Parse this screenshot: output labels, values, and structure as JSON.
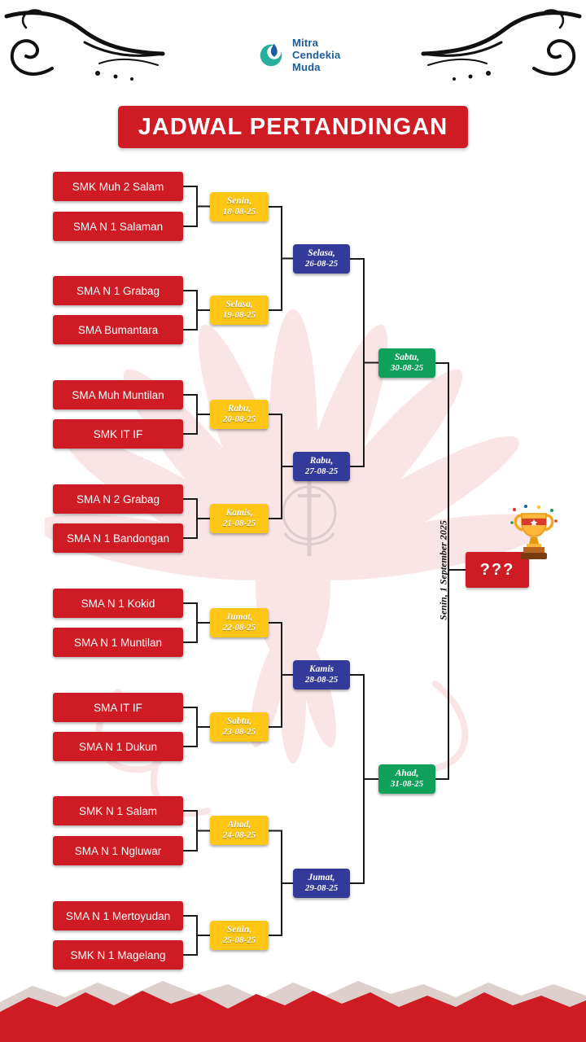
{
  "logo": {
    "line1": "Mitra",
    "line2": "Cendekia",
    "line3": "Muda"
  },
  "title": "JADWAL PERTANDINGAN",
  "colors": {
    "red": "#CE1B24",
    "yellow": "#FFC616",
    "blue": "#333A99",
    "green": "#0FA159"
  },
  "round1": [
    {
      "team1": "SMK Muh 2 Salam",
      "team2": "SMA N 1 Salaman",
      "day": "Senin,",
      "date": "18-08-25"
    },
    {
      "team1": "SMA N 1 Grabag",
      "team2": "SMA Bumantara",
      "day": "Selasa,",
      "date": "19-08-25"
    },
    {
      "team1": "SMA Muh Muntilan",
      "team2": "SMK IT IF",
      "day": "Rabu,",
      "date": "20-08-25"
    },
    {
      "team1": "SMA N 2 Grabag",
      "team2": "SMA N 1 Bandongan",
      "day": "Kamis,",
      "date": "21-08-25"
    },
    {
      "team1": "SMA N 1 Kokid",
      "team2": "SMA N 1 Muntilan",
      "day": "Jumat,",
      "date": "22-08-25"
    },
    {
      "team1": "SMA IT IF",
      "team2": "SMA N 1 Dukun",
      "day": "Sabtu,",
      "date": "23-08-25"
    },
    {
      "team1": "SMK N 1 Salam",
      "team2": "SMA N 1 Ngluwar",
      "day": "Ahad,",
      "date": "24-08-25"
    },
    {
      "team1": "SMA N 1 Mertoyudan",
      "team2": "SMK N 1 Magelang",
      "day": "Senin,",
      "date": "25-08-25"
    }
  ],
  "round2": [
    {
      "day": "Selasa,",
      "date": "26-08-25"
    },
    {
      "day": "Rabu,",
      "date": "27-08-25"
    },
    {
      "day": "Kamis",
      "date": "28-08-25"
    },
    {
      "day": "Jumat,",
      "date": "29-08-25"
    }
  ],
  "semifinal": [
    {
      "day": "Sabtu,",
      "date": "30-08-25"
    },
    {
      "day": "Ahad,",
      "date": "31-08-25"
    }
  ],
  "final": {
    "label": "???",
    "date_text": "Senin, 1 September 2025"
  }
}
